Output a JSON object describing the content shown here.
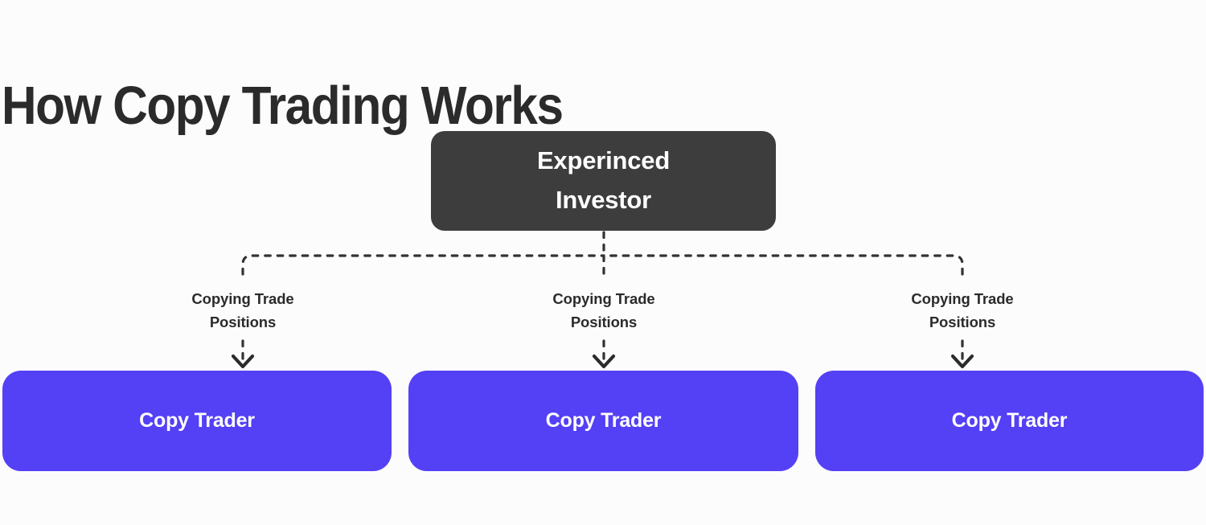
{
  "page": {
    "title": "How Copy Trading Works",
    "background_color": "#fcfcfc",
    "text_color": "#2b2b2b"
  },
  "diagram": {
    "type": "hierarchy-flowchart",
    "root": {
      "label": "Experinced\nInvestor",
      "background_color": "#3d3d3d",
      "text_color": "#ffffff"
    },
    "connector": {
      "style": "dashed",
      "color": "#333333",
      "arrowhead": "chevron-down"
    },
    "branches": [
      {
        "edge_label": "Copying Trade\nPositions",
        "leaf_label": "Copy Trader",
        "leaf_background_color": "#5440f5",
        "leaf_text_color": "#ffffff"
      },
      {
        "edge_label": "Copying Trade\nPositions",
        "leaf_label": "Copy Trader",
        "leaf_background_color": "#5440f5",
        "leaf_text_color": "#ffffff"
      },
      {
        "edge_label": "Copying Trade\nPositions",
        "leaf_label": "Copy Trader",
        "leaf_background_color": "#5440f5",
        "leaf_text_color": "#ffffff"
      }
    ]
  }
}
